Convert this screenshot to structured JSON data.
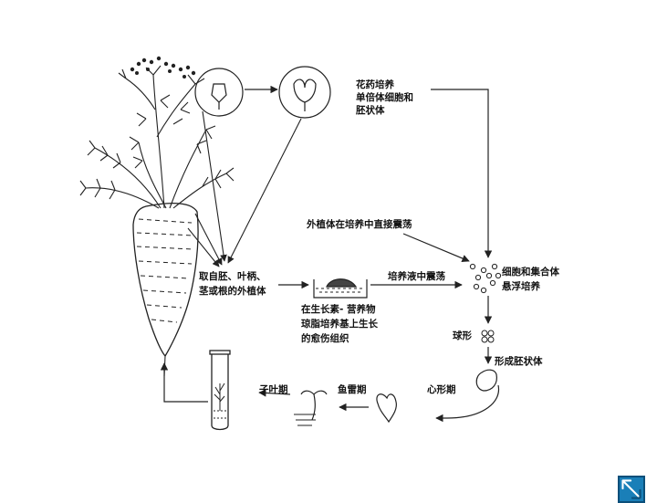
{
  "labels": {
    "anther_culture": [
      "花药培养",
      "单倍体细胞和",
      "胚状体"
    ],
    "explant_shaking": "外植体在培养中直接震荡",
    "explant_source": [
      "取自胚、叶柄、",
      "茎或根的外植体"
    ],
    "medium_shaking": "培养液中震荡",
    "cell_suspension": [
      "细胞和集合体",
      "悬浮培养"
    ],
    "callus_growth": [
      "在生长素- 营养物",
      "琼脂培养基上生长",
      "的愈伤组织"
    ],
    "globular": "球形",
    "embryoid_formation": "形成胚状体",
    "heart_stage": "心形期",
    "torpedo_stage": "鱼雷期",
    "cotyledon_stage": "子叶期"
  },
  "icons": {
    "nav": "next-slide-icon"
  },
  "colors": {
    "line": "#222222",
    "nav_button": "#1a7fb8"
  }
}
